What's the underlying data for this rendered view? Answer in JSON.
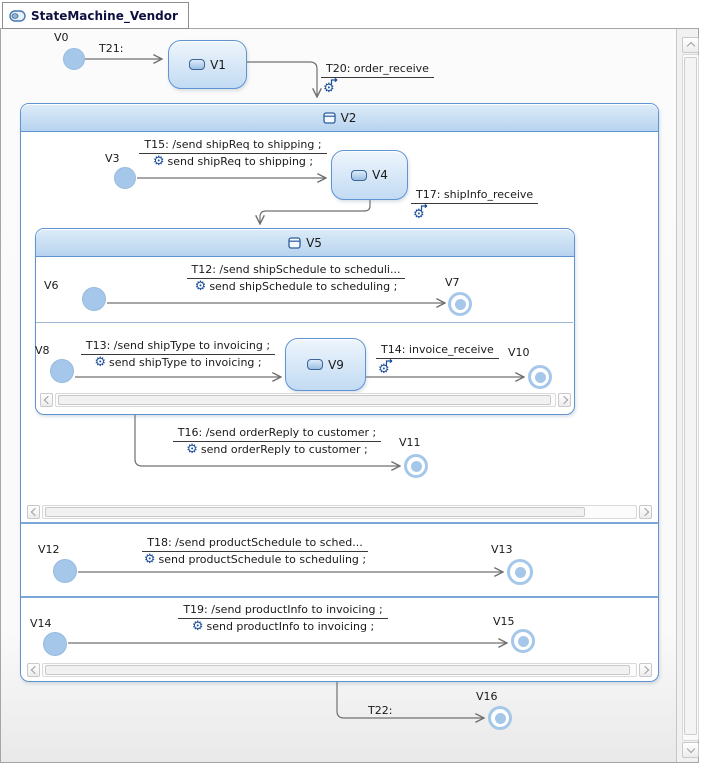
{
  "tab": {
    "title": "StateMachine_Vendor"
  },
  "icons": {
    "effect_gear": "⚙",
    "trigger_gear": "⚙"
  },
  "colors": {
    "state_border": "#5f94d3",
    "node_fill": "#a5c7e9",
    "header_gradient_top": "#ddecf9",
    "header_gradient_bottom": "#b8d3ef",
    "edge": "#707070",
    "icon_blue": "#1d4f9c"
  },
  "states": {
    "v0": {
      "label": "V0",
      "kind": "initial"
    },
    "v1": {
      "label": "V1",
      "kind": "simple"
    },
    "v2": {
      "label": "V2",
      "kind": "composite"
    },
    "v3": {
      "label": "V3",
      "kind": "initial"
    },
    "v4": {
      "label": "V4",
      "kind": "simple"
    },
    "v5": {
      "label": "V5",
      "kind": "composite"
    },
    "v6": {
      "label": "V6",
      "kind": "initial"
    },
    "v7": {
      "label": "V7",
      "kind": "final"
    },
    "v8": {
      "label": "V8",
      "kind": "initial"
    },
    "v9": {
      "label": "V9",
      "kind": "simple"
    },
    "v10": {
      "label": "V10",
      "kind": "final"
    },
    "v11": {
      "label": "V11",
      "kind": "final"
    },
    "v12": {
      "label": "V12",
      "kind": "initial"
    },
    "v13": {
      "label": "V13",
      "kind": "final"
    },
    "v14": {
      "label": "V14",
      "kind": "initial"
    },
    "v15": {
      "label": "V15",
      "kind": "final"
    },
    "v16": {
      "label": "V16",
      "kind": "final"
    }
  },
  "transitions": {
    "t21": {
      "name": "T21:"
    },
    "t20": {
      "name": "T20: order_receive"
    },
    "t15": {
      "name": "T15: /send shipReq to shipping ;",
      "effect": "send shipReq to shipping ;"
    },
    "t17": {
      "name": "T17: shipInfo_receive"
    },
    "t12": {
      "name": "T12: /send shipSchedule to scheduli...",
      "effect": "send shipSchedule to scheduling ;"
    },
    "t13": {
      "name": "T13: /send shipType to invoicing ;",
      "effect": "send shipType to invoicing ;"
    },
    "t14": {
      "name": "T14: invoice_receive"
    },
    "t16": {
      "name": "T16: /send orderReply to customer ;",
      "effect": "send orderReply to customer ;"
    },
    "t18": {
      "name": "T18: /send productSchedule to sched...",
      "effect": "send productSchedule to scheduling ;"
    },
    "t19": {
      "name": "T19: /send productInfo to invoicing ;",
      "effect": "send productInfo to invoicing ;"
    },
    "t22": {
      "name": "T22:"
    }
  }
}
